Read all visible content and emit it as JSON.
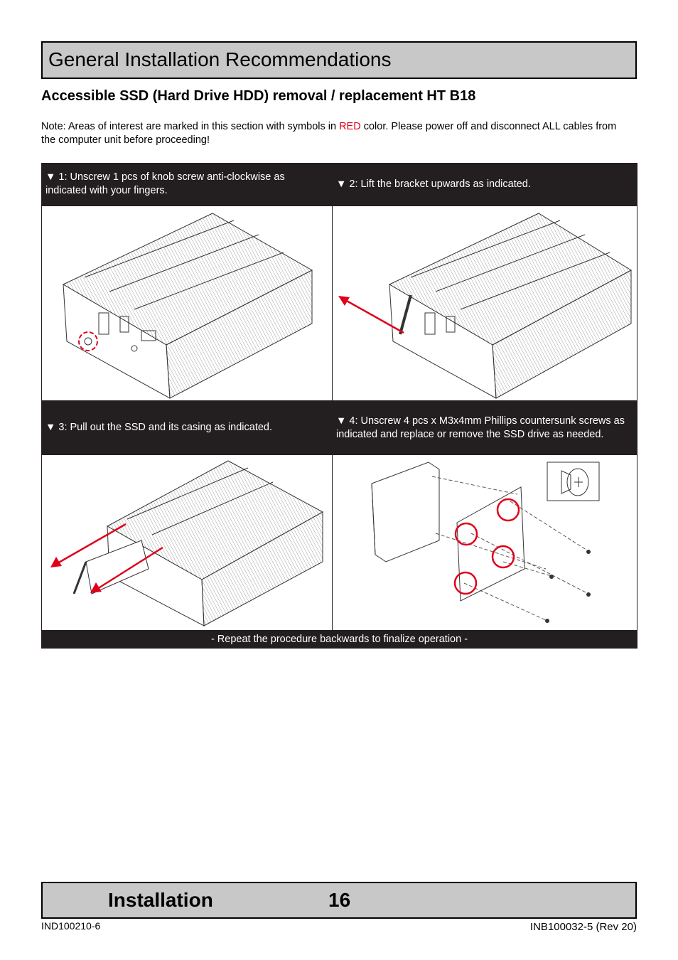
{
  "header": {
    "title": "General Installation Recommendations"
  },
  "section": {
    "subtitle": "Accessible SSD (Hard Drive HDD) removal / replacement HT B18",
    "note_before": "Note: Areas of interest are marked in this section with symbols in ",
    "note_red": "RED",
    "note_after": " color. Please power off and disconnect ALL cables from the computer unit before proceeding!"
  },
  "steps": [
    {
      "label": "▼ 1: Unscrew 1 pcs of knob screw anti-clockwise as indicated with your fingers."
    },
    {
      "label": "▼ 2: Lift the bracket upwards as indicated."
    },
    {
      "label": "▼ 3: Pull out the SSD and its casing as indicated."
    },
    {
      "label": "▼ 4: Unscrew 4 pcs x M3x4mm Phillips countersunk screws as indicated and replace or remove the SSD drive as needed."
    }
  ],
  "footer_note": "- Repeat the procedure backwards to finalize operation -",
  "footer": {
    "section": "Installation",
    "page": "16",
    "doc_left": "IND100210-6",
    "doc_right": "INB100032-5 (Rev 20)"
  },
  "colors": {
    "accent_red": "#e0001a",
    "header_gray": "#c8c8c8",
    "table_dark": "#231f20"
  }
}
